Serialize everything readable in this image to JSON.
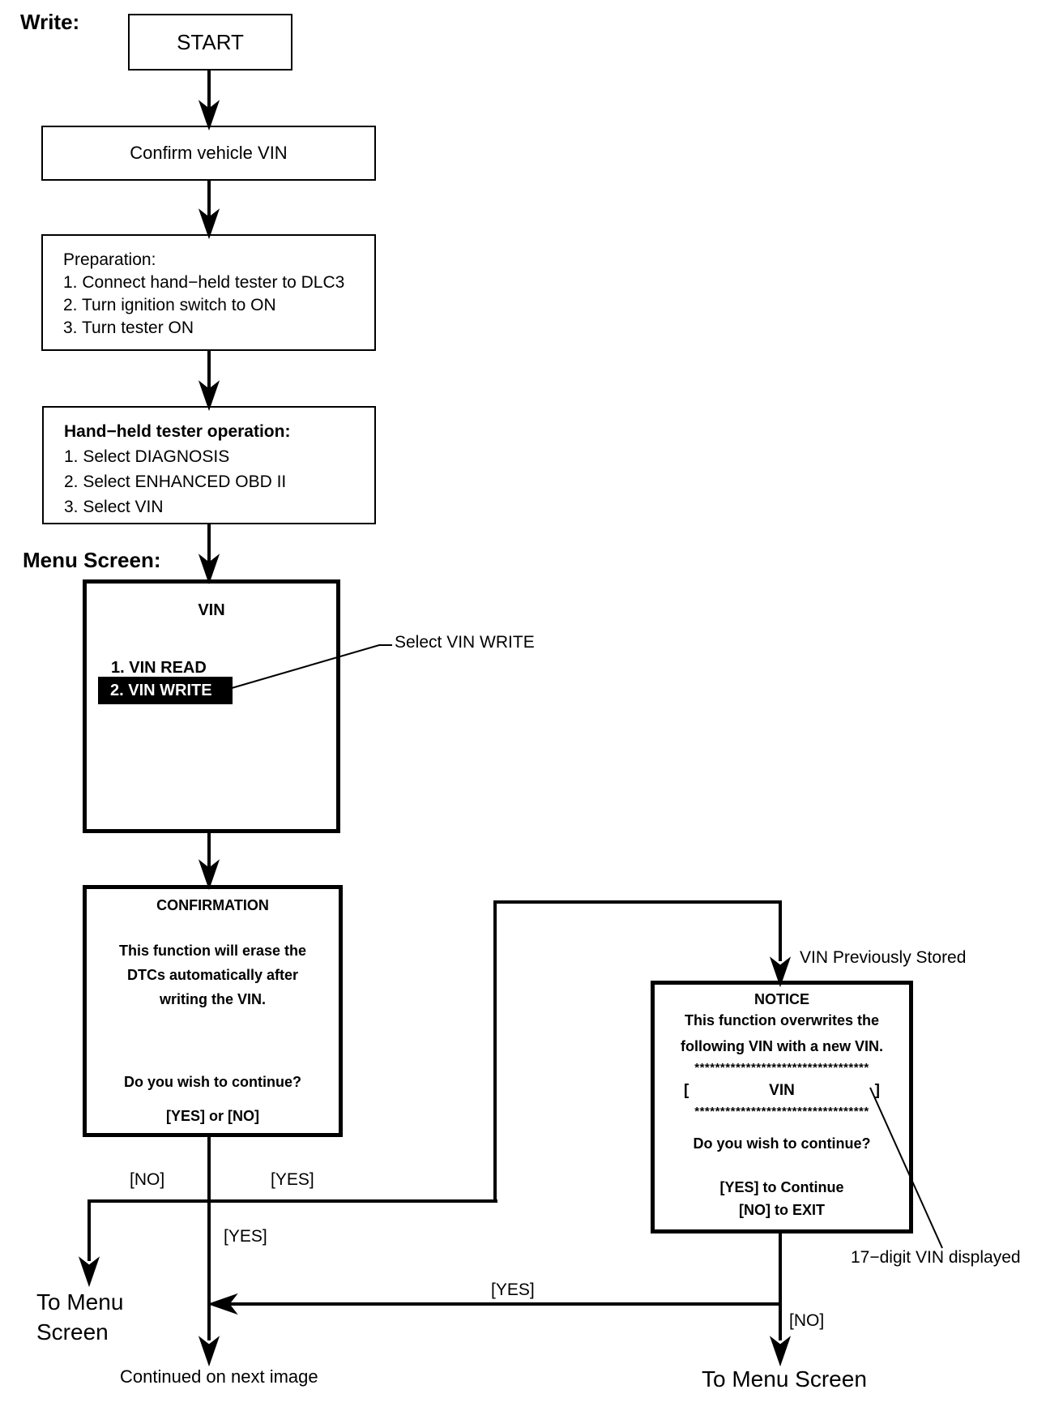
{
  "colors": {
    "ink": "#000000",
    "paper": "#ffffff",
    "highlight_bg": "#000000",
    "highlight_text": "#ffffff"
  },
  "section_labels": {
    "write": "Write:",
    "menu_screen": "Menu Screen:"
  },
  "nodes": {
    "start": {
      "label": "START"
    },
    "confirm": {
      "label": "Confirm vehicle VIN"
    },
    "preparation": {
      "title": "Preparation:",
      "steps": [
        "1. Connect hand−held tester to DLC3",
        "2. Turn ignition switch to ON",
        "3. Turn tester ON"
      ]
    },
    "tester_operation": {
      "title": "Hand−held tester operation:",
      "steps": [
        "1. Select DIAGNOSIS",
        "2. Select ENHANCED OBD II",
        "3. Select VIN"
      ]
    },
    "vin_menu": {
      "title": "VIN",
      "items": [
        "1. VIN READ",
        "2. VIN WRITE"
      ],
      "annotation": "Select VIN WRITE"
    },
    "confirmation": {
      "title": "CONFIRMATION",
      "body": [
        "This function will erase the",
        "DTCs automatically after",
        "writing the VIN."
      ],
      "question": "Do you wish to continue?",
      "options": "[YES] or [NO]"
    },
    "notice": {
      "entry_label": "VIN Previously Stored",
      "title": "NOTICE",
      "body": [
        "This function overwrites the",
        "following VIN with a new VIN."
      ],
      "stars": "**********************************",
      "vin_row": {
        "open": "[",
        "value": "VIN",
        "close": "]"
      },
      "question": "Do you wish to continue?",
      "yes_option": "[YES] to Continue",
      "no_option": "[NO] to EXIT",
      "annotation": "17−digit VIN displayed"
    }
  },
  "edge_labels": {
    "confirmation_no": "[NO]",
    "confirmation_yes": "[YES]",
    "continue_yes": "[YES]",
    "notice_return_yes": "[YES]",
    "notice_no": "[NO]"
  },
  "terminals": {
    "menu_left_line1": "To Menu",
    "menu_left_line2": "Screen",
    "continued": "Continued on next image",
    "menu_right": "To Menu Screen"
  }
}
